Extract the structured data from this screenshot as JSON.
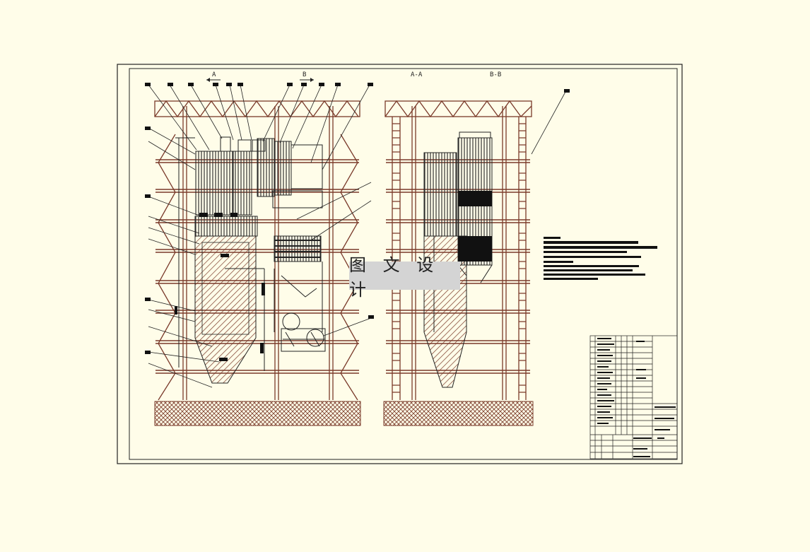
{
  "drawing": {
    "section_marks": [
      "A",
      "B"
    ],
    "section_titles": [
      "A-A",
      "B-B"
    ]
  },
  "watermark": {
    "text": "图 文 设 计"
  },
  "colors": {
    "paper": "#fffde9",
    "structure": "#7a3a2a",
    "ink": "#111111",
    "watermark_bg": "#d4d4d4"
  }
}
